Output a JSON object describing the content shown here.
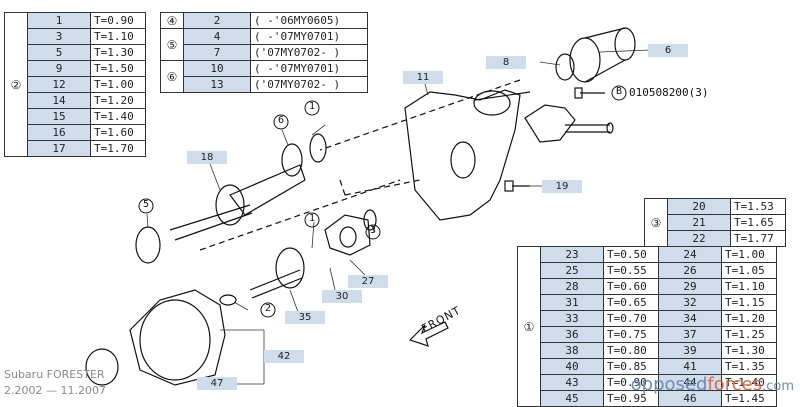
{
  "table_top_left": {
    "group": "②",
    "rows": [
      {
        "part": "1",
        "thk": "T=0.90"
      },
      {
        "part": "3",
        "thk": "T=1.10"
      },
      {
        "part": "5",
        "thk": "T=1.30"
      },
      {
        "part": "9",
        "thk": "T=1.50"
      },
      {
        "part": "12",
        "thk": "T=1.00"
      },
      {
        "part": "14",
        "thk": "T=1.20"
      },
      {
        "part": "15",
        "thk": "T=1.40"
      },
      {
        "part": "16",
        "thk": "T=1.60"
      },
      {
        "part": "17",
        "thk": "T=1.70"
      }
    ]
  },
  "table_codes": {
    "rows": [
      {
        "group": "④",
        "part": "2",
        "code": "( -'06MY0605)"
      },
      {
        "group": "⑤",
        "part": "4",
        "code": "( -'07MY0701)"
      },
      {
        "group": "",
        "part": "7",
        "code": "('07MY0702- )"
      },
      {
        "group": "⑥",
        "part": "10",
        "code": "( -'07MY0701)"
      },
      {
        "group": "",
        "part": "13",
        "code": "('07MY0702- )"
      }
    ]
  },
  "table_right_small": {
    "group": "③",
    "rows": [
      {
        "part": "20",
        "thk": "T=1.53"
      },
      {
        "part": "21",
        "thk": "T=1.65"
      },
      {
        "part": "22",
        "thk": "T=1.77"
      }
    ]
  },
  "table_right_big": {
    "group": "①",
    "rows": [
      {
        "a": "23",
        "ta": "T=0.50",
        "b": "24",
        "tb": "T=1.00"
      },
      {
        "a": "25",
        "ta": "T=0.55",
        "b": "26",
        "tb": "T=1.05"
      },
      {
        "a": "28",
        "ta": "T=0.60",
        "b": "29",
        "tb": "T=1.10"
      },
      {
        "a": "31",
        "ta": "T=0.65",
        "b": "32",
        "tb": "T=1.15"
      },
      {
        "a": "33",
        "ta": "T=0.70",
        "b": "34",
        "tb": "T=1.20"
      },
      {
        "a": "36",
        "ta": "T=0.75",
        "b": "37",
        "tb": "T=1.25"
      },
      {
        "a": "38",
        "ta": "T=0.80",
        "b": "39",
        "tb": "T=1.30"
      },
      {
        "a": "40",
        "ta": "T=0.85",
        "b": "41",
        "tb": "T=1.35"
      },
      {
        "a": "43",
        "ta": "T=0.90",
        "b": "44",
        "tb": "T=1.40"
      },
      {
        "a": "45",
        "ta": "T=0.95",
        "b": "46",
        "tb": "T=1.45"
      }
    ]
  },
  "callouts": {
    "c6": "6",
    "c8": "8",
    "c11": "11",
    "c18": "18",
    "c19": "19",
    "c27": "27",
    "c30": "30",
    "c35": "35",
    "c42": "42",
    "c47": "47"
  },
  "circle_marks": {
    "m1a": "1",
    "m6": "6",
    "m5": "5",
    "m2": "2",
    "m3": "3",
    "m1b": "1",
    "mB": "B"
  },
  "bolt_note": "010508200(3)",
  "front_label": "FRONT",
  "footer": {
    "model": "Subaru FORESTER",
    "years": "2.2002 — 11.2007"
  },
  "watermark": {
    "part1": "opposed",
    "part2": "forces",
    "part3": ".com"
  }
}
